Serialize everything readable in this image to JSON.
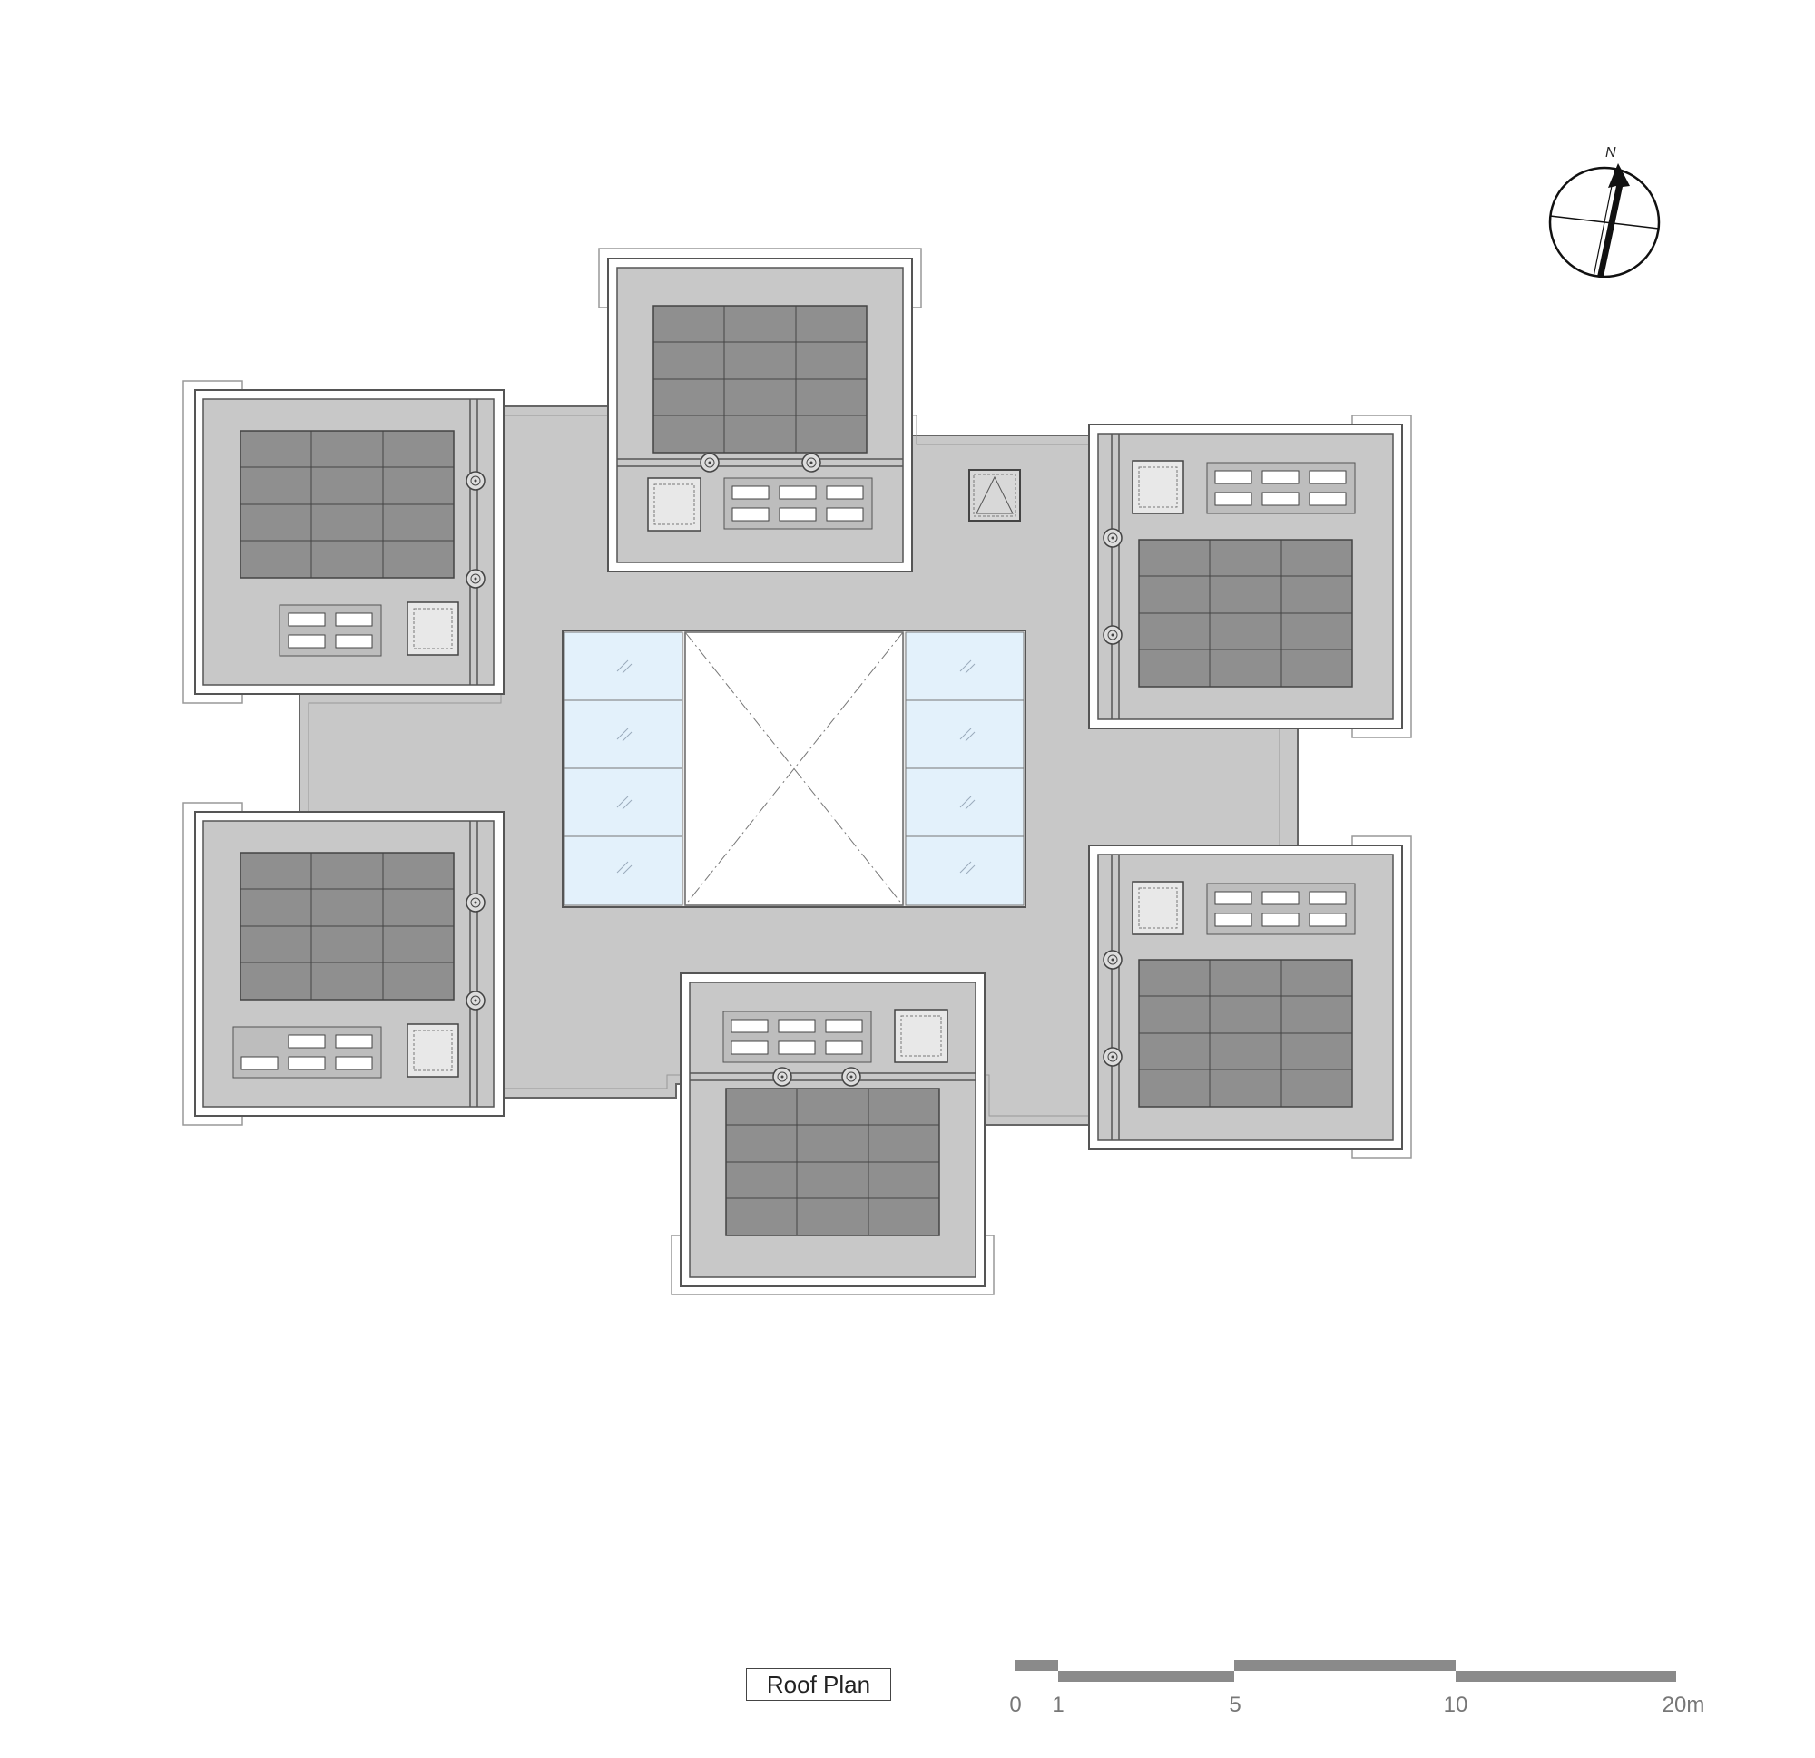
{
  "drawing": {
    "title": "Roof Plan",
    "north_label": "N",
    "scale_labels": [
      "0",
      "1",
      "5",
      "10",
      "20m"
    ]
  },
  "colors": {
    "roof": "#c8c8c8",
    "solar_panel": "#8f8f8f",
    "skylight_glass": "#e3f1fb",
    "outline": "#555555",
    "scale_bar": "#8a8a8a"
  },
  "icons": [
    "compass-icon",
    "north-arrow-icon",
    "drain-icon"
  ]
}
